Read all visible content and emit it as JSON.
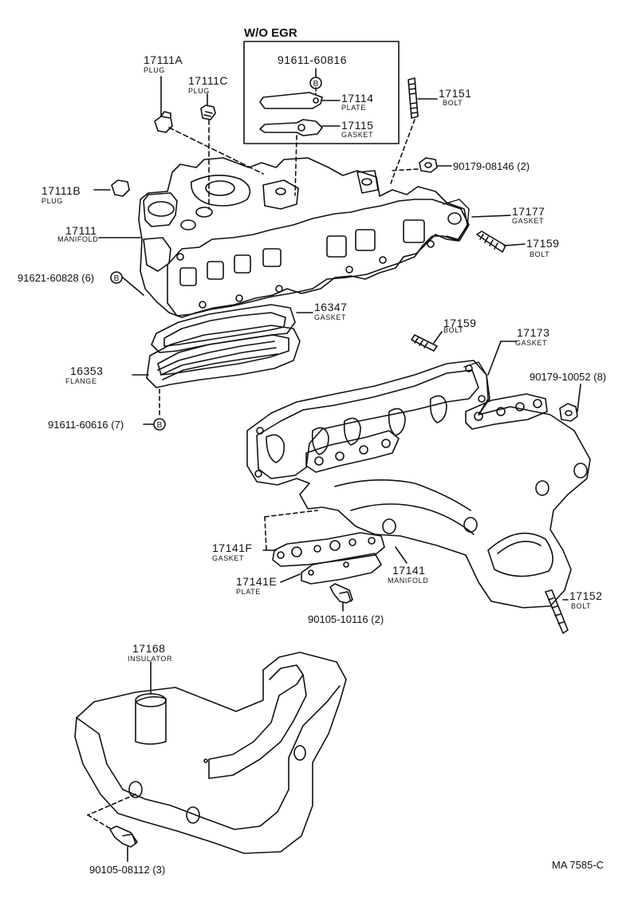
{
  "header": {
    "section": "W/O EGR"
  },
  "parts": [
    {
      "number": "17111A",
      "name": "PLUG"
    },
    {
      "number": "17111C",
      "name": "PLUG"
    },
    {
      "number": "17111B",
      "name": "PLUG"
    },
    {
      "number": "17111",
      "name": "MANIFOLD"
    },
    {
      "number": "91621-60828 (6)"
    },
    {
      "number": "91611-60816"
    },
    {
      "number": "17114",
      "name": "PLATE"
    },
    {
      "number": "17115",
      "name": "GASKET"
    },
    {
      "number": "17151",
      "name": "BOLT"
    },
    {
      "number": "90179-08146 (2)"
    },
    {
      "number": "17177",
      "name": "GASKET"
    },
    {
      "number": "17159",
      "name": "BOLT"
    },
    {
      "number": "16347",
      "name": "GASKET"
    },
    {
      "number": "16353",
      "name": "FLANGE"
    },
    {
      "number": "91611-60616 (7)"
    },
    {
      "number": "17159",
      "name": "BOLT"
    },
    {
      "number": "17173",
      "name": "GASKET"
    },
    {
      "number": "90179-10052 (8)"
    },
    {
      "number": "17141F",
      "name": "GASKET"
    },
    {
      "number": "17141E",
      "name": "PLATE"
    },
    {
      "number": "17141",
      "name": "MANIFOLD"
    },
    {
      "number": "90105-10116 (2)"
    },
    {
      "number": "17152",
      "name": "BOLT"
    },
    {
      "number": "17168",
      "name": "INSULATOR"
    },
    {
      "number": "90105-08112 (3)"
    }
  ],
  "bubble_mark": "B",
  "footer": {
    "ref": "MA 7585-C"
  }
}
